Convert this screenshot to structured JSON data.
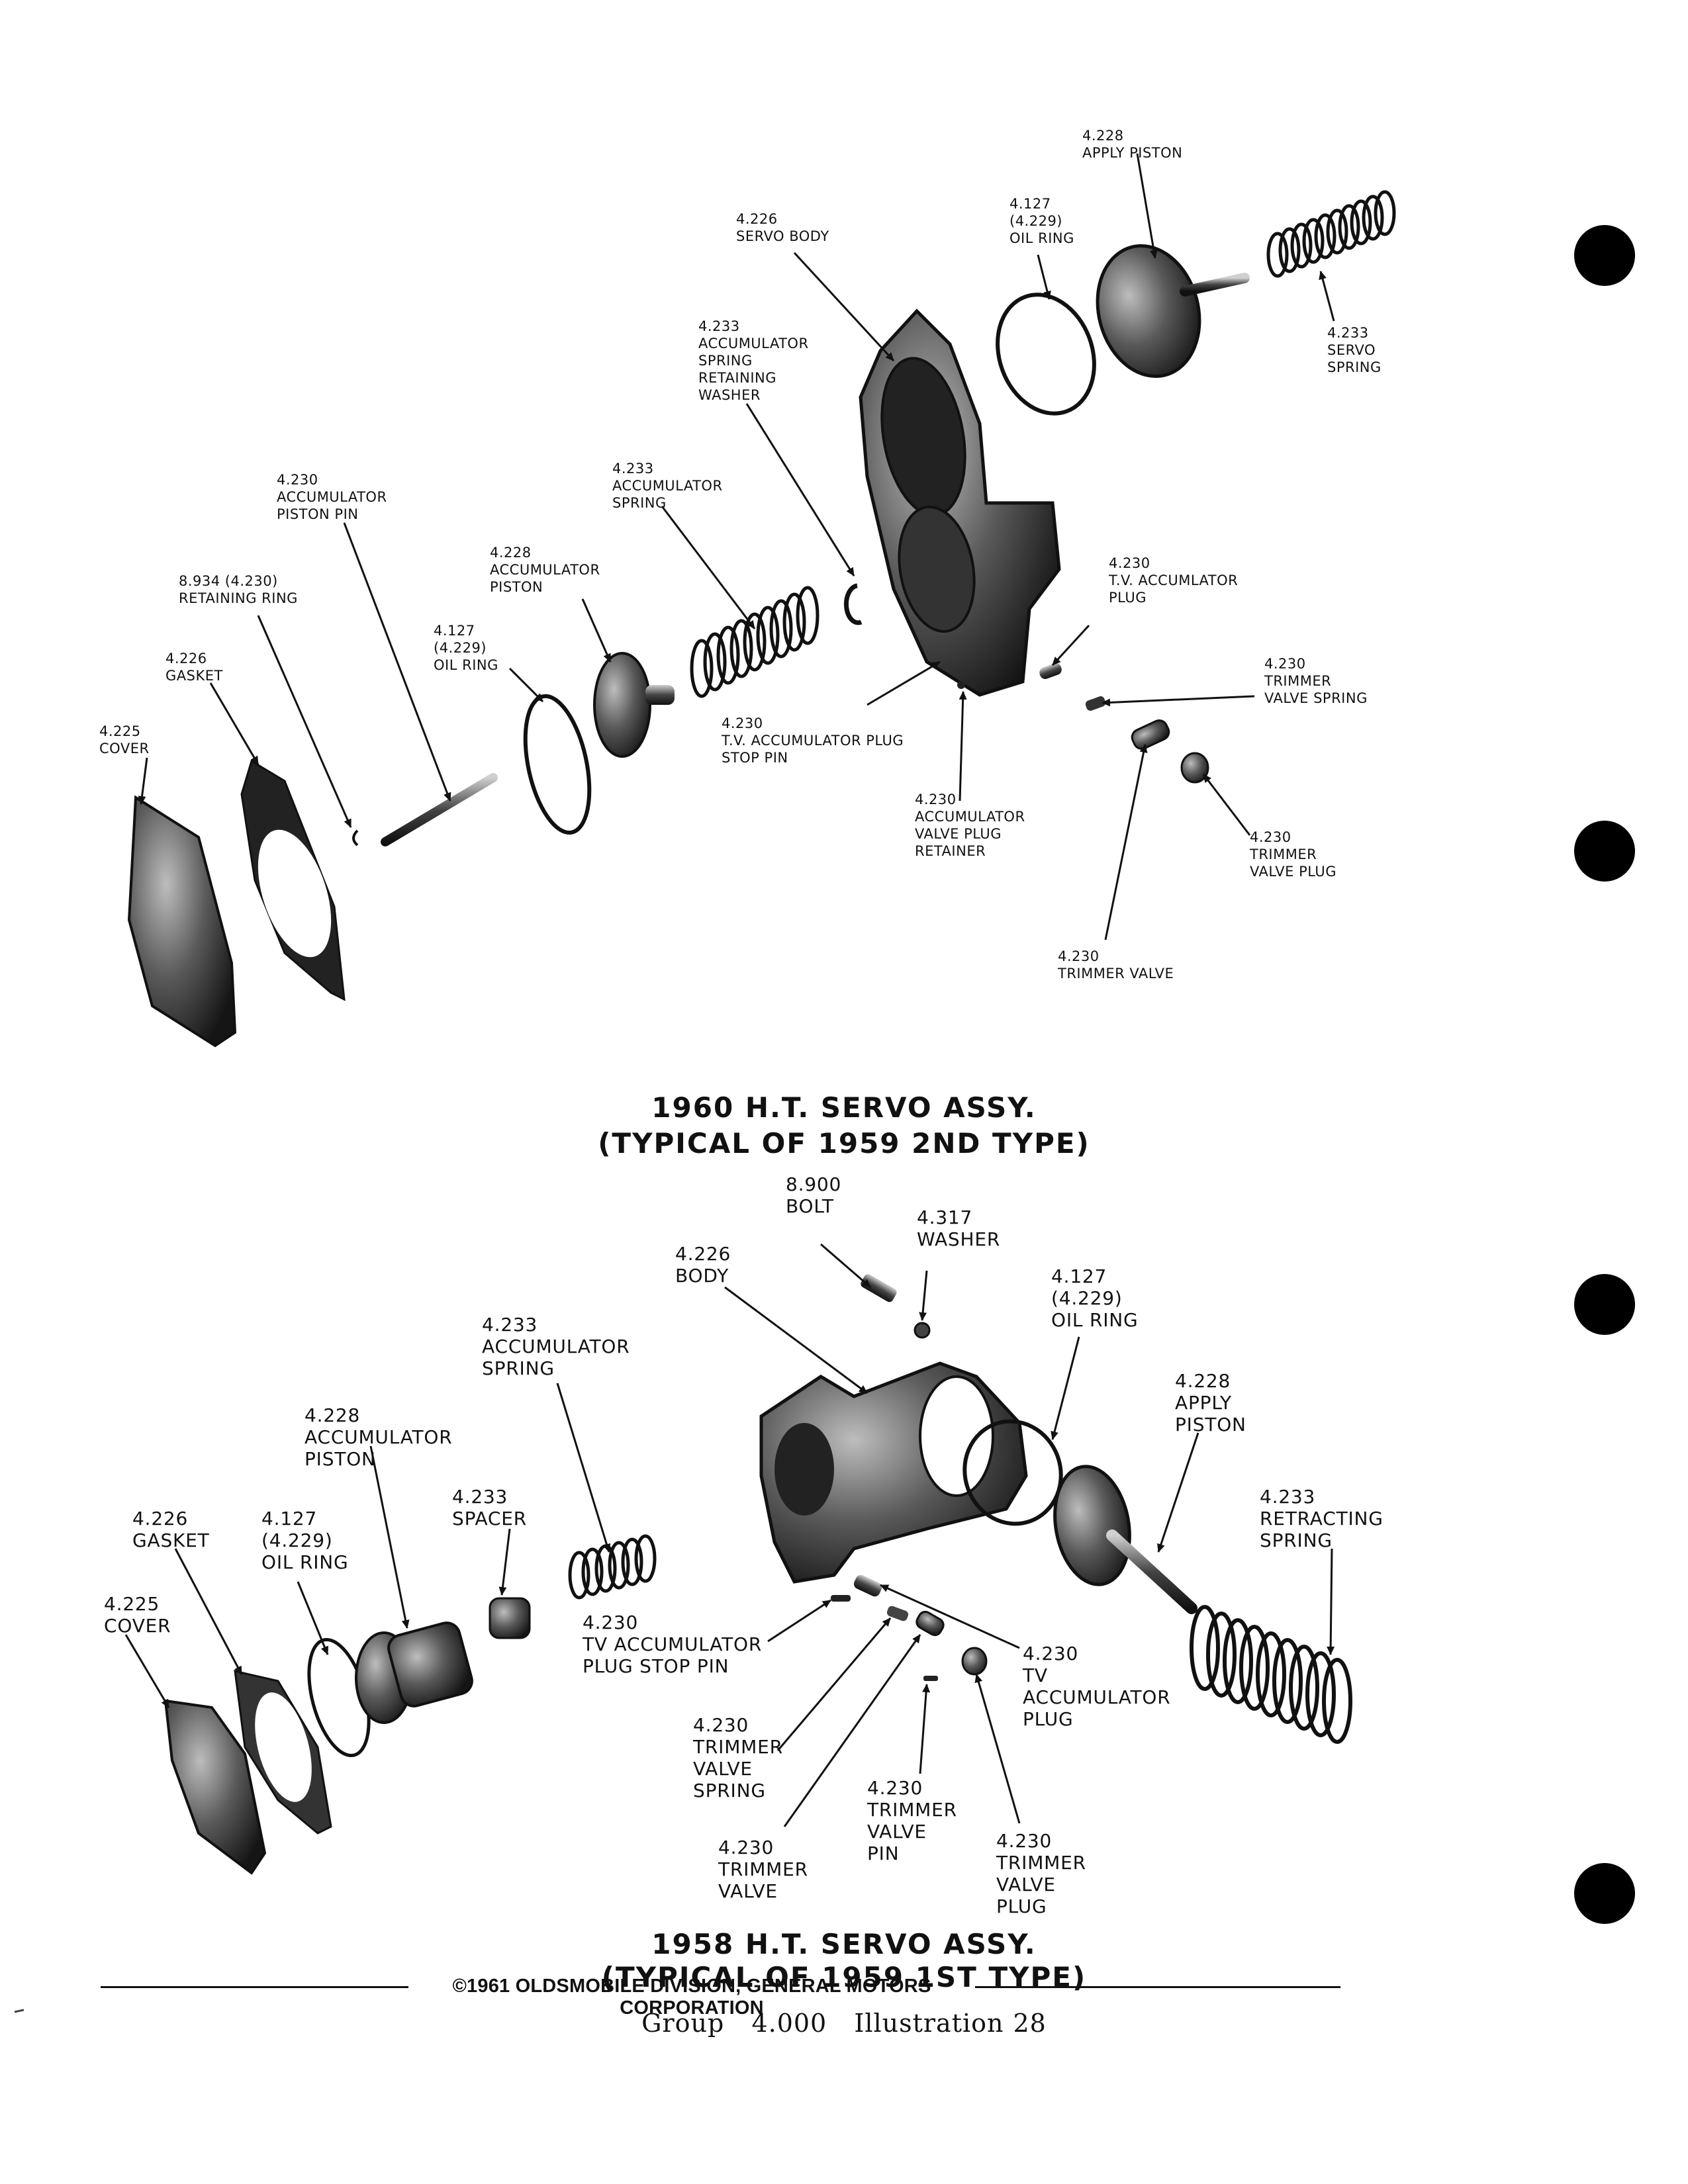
{
  "labels_1960": {
    "apply_piston": "4.228\nAPPLY PISTON",
    "oil_ring_top": "4.127\n(4.229)\nOIL RING",
    "servo_body": "4.226\nSERVO BODY",
    "servo_spring": "4.233\nSERVO\nSPRING",
    "acc_spring_retaining_washer": "4.233\nACCUMULATOR\nSPRING\n  RETAINING\n  WASHER",
    "accumulator_spring": "4.233\nACCUMULATOR\nSPRING",
    "accumulator_piston_pin": "4.230\nACCUMULATOR\nPISTON PIN",
    "accumulator_piston": "4.228\nACCUMULATOR\nPISTON",
    "retaining_ring": "8.934 (4.230)\nRETAINING RING",
    "tv_accumulator_plug": "4.230\nT.V. ACCUMLATOR\nPLUG",
    "gasket": "4.226\nGASKET",
    "oil_ring_left": "4.127\n(4.229)\nOIL RING",
    "trimmer_valve_spring": "4.230\nTRIMMER\nVALVE SPRING",
    "cover": "4.225\nCOVER",
    "tv_plug_stop_pin": "4.230\nT.V. ACCUMULATOR PLUG\nSTOP PIN",
    "acc_valve_plug_retainer": "4.230\nACCUMULATOR\nVALVE PLUG\nRETAINER",
    "trimmer_valve_plug": "4.230\nTRIMMER\nVALVE PLUG",
    "trimmer_valve": "4.230\nTRIMMER VALVE"
  },
  "title_1960": [
    "1960 H.T. SERVO ASSY.",
    "(TYPICAL OF 1959 2ND TYPE)"
  ],
  "labels_1958": {
    "bolt": "8.900\nBOLT",
    "washer": "4.317\nWASHER",
    "body": "4.226\nBODY",
    "oil_ring_right": "4.127\n(4.229)\nOIL RING",
    "accumulator_spring": "4.233\nACCUMULATOR\nSPRING",
    "apply_piston": "4.228\nAPPLY\nPISTON",
    "accumulator_piston": "4.228\nACCUMULATOR\nPISTON",
    "spacer": "4.233\nSPACER",
    "retracting_spring": "4.233\nRETRACTING\nSPRING",
    "gasket": "4.226\nGASKET",
    "oil_ring_left": "4.127\n(4.229)\nOIL RING",
    "cover": "4.225\nCOVER",
    "tv_plug_stop_pin": "4.230\nTV ACCUMULATOR\nPLUG STOP PIN",
    "tv_accumulator_plug": "4.230\nTV\nACCUMULATOR\nPLUG",
    "trimmer_valve_spring": "4.230\nTRIMMER\nVALVE\nSPRING",
    "trimmer_valve_pin": "4.230\nTRIMMER\nVALVE\nPIN",
    "trimmer_valve": "4.230\nTRIMMER\nVALVE",
    "trimmer_valve_plug": "4.230\nTRIMMER\nVALVE\nPLUG"
  },
  "title_1958": [
    "1958 H.T. SERVO ASSY.",
    "(TYPICAL OF 1959 1ST TYPE)"
  ],
  "copyright": "©1961 OLDSMOBILE DIVISION, GENERAL MOTORS CORPORATION",
  "footer": {
    "group_label": "Group",
    "group_number": "4.000",
    "illustration_label": "Illustration",
    "illustration_number": "28"
  }
}
